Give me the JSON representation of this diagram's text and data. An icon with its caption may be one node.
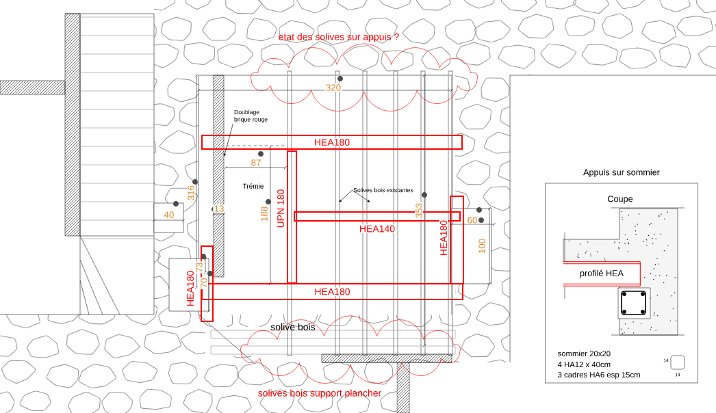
{
  "diagram": {
    "nodes": [
      {
        "text": [
          "etat des solives sur appuis ?"
        ]
      },
      {
        "text": [
          "HEA180"
        ]
      },
      {
        "text": [
          "UPN 180"
        ]
      },
      {
        "text": [
          "HEA140"
        ]
      },
      {
        "text": [
          "HEA180"
        ]
      },
      {
        "text": [
          "HEA180"
        ]
      },
      {
        "text": [
          "HEA180"
        ]
      },
      {
        "text": [
          "Doublage brique rouge"
        ]
      },
      {
        "text": [
          "Solives bois existantes"
        ]
      },
      {
        "text": [
          "solive bois",
          "solives bois support plancher"
        ]
      },
      {
        "text": [
          "Appuis sur sommier",
          "Coupe",
          "sommier 20x20",
          "4 HA12 x 40cm",
          "3 cadres HA6 esp 15cm"
        ]
      },
      {
        "text": [
          "profilé HEA"
        ],
        "in": 10
      },
      {
        "text": [],
        "shape": "bar"
      }
    ],
    "edges": [
      {
        "from": 7,
        "to": 12,
        "arrow": "to"
      },
      {
        "from": 8,
        "to": null,
        "arrow": "to"
      },
      {
        "from": 8,
        "to": null,
        "arrow": "to"
      }
    ],
    "labels": [
      "320",
      "87",
      "316",
      "40",
      "13",
      "Trémie",
      "188",
      "353",
      "60",
      "100",
      "73",
      "70",
      "14",
      "14"
    ]
  }
}
